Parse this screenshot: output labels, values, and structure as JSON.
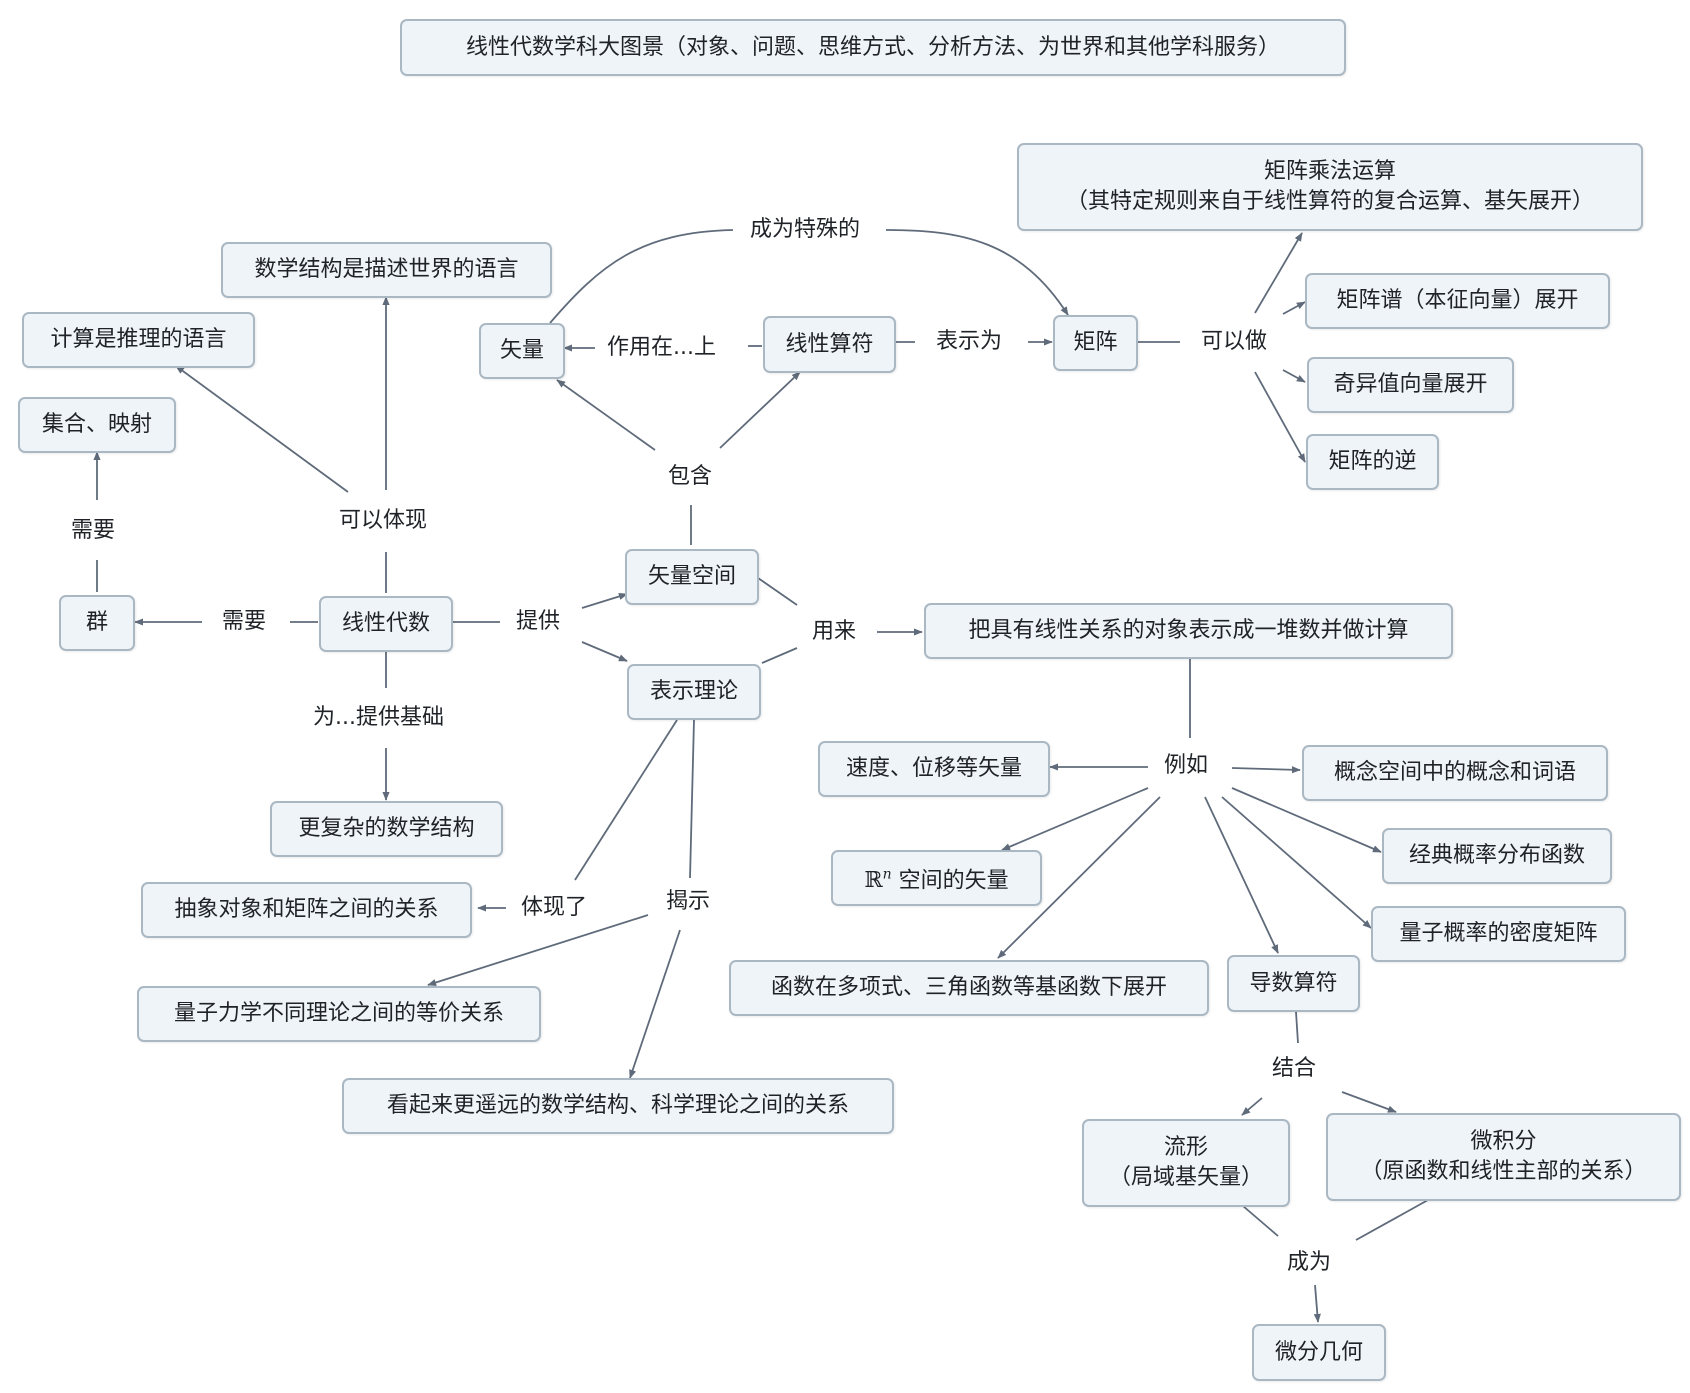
{
  "title": "线性代数学科大图景（对象、问题、思维方式、分析方法、为世界和其他学科服务）",
  "nodes": {
    "linear_algebra": "线性代数",
    "group": "群",
    "set_mapping": "集合、映射",
    "calc_language": "计算是推理的语言",
    "math_structure_language": "数学结构是描述世界的语言",
    "complex_structures": "更复杂的数学结构",
    "vector_space": "矢量空间",
    "representation_theory": "表示理论",
    "vector": "矢量",
    "linear_operator": "线性算符",
    "matrix": "矩阵",
    "matrix_mult_line1": "矩阵乘法运算",
    "matrix_mult_line2": "（其特定规则来自于线性算符的复合运算、基矢展开）",
    "spectral_expansion": "矩阵谱（本征向量）展开",
    "svd_expansion": "奇异值向量展开",
    "matrix_inverse": "矩阵的逆",
    "linear_to_numbers": "把具有线性关系的对象表示成一堆数并做计算",
    "velocity_vectors": "速度、位移等矢量",
    "concept_space": "概念空间中的概念和词语",
    "rn_symbol": "ℝ",
    "rn_exponent": "n",
    "rn_text": "空间的矢量",
    "classical_prob": "经典概率分布函数",
    "quantum_density": "量子概率的密度矩阵",
    "function_expansion": "函数在多项式、三角函数等基函数下展开",
    "derivative_operator": "导数算符",
    "manifold_line1": "流形",
    "manifold_line2": "（局域基矢量）",
    "calculus_line1": "微积分",
    "calculus_line2": "（原函数和线性主部的关系）",
    "differential_geometry": "微分几何",
    "abstract_matrix_relation": "抽象对象和矩阵之间的关系",
    "quantum_equivalence": "量子力学不同理论之间的等价关系",
    "distant_relations": "看起来更遥远的数学结构、科学理论之间的关系"
  },
  "labels": {
    "need_group": "需要",
    "need_set": "需要",
    "can_embody": "可以体现",
    "provide_foundation": "为...提供基础",
    "provides": "提供",
    "contains": "包含",
    "acts_on": "作用在...上",
    "represented_as": "表示为",
    "becomes_special": "成为特殊的",
    "can_do": "可以做",
    "used_to": "用来",
    "for_example": "例如",
    "combined": "结合",
    "becomes": "成为",
    "embodies": "体现了",
    "reveals": "揭示"
  },
  "colors": {
    "node_fill": "#eef4f8",
    "node_border": "#aab8c4",
    "edge": "#5f6b7a"
  }
}
